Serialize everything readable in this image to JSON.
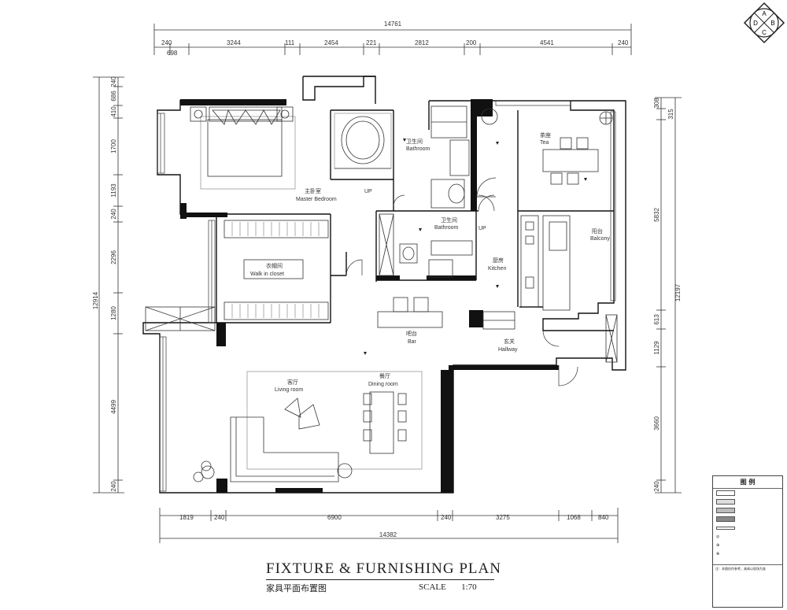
{
  "plan": {
    "title": "FIXTURE & FURNISHING PLAN",
    "subtitle_cn": "家具平面布置图",
    "scale_label": "SCALE",
    "scale_value": "1:70"
  },
  "compass": {
    "a": "A",
    "b": "B",
    "c": "C",
    "d": "D"
  },
  "dimensions": {
    "top_total": "14761",
    "top": [
      "240",
      "698",
      "3244",
      "111",
      "2454",
      "221",
      "2812",
      "200",
      "4541",
      "240"
    ],
    "bottom_total": "14382",
    "bottom": [
      "1819",
      "240",
      "6900",
      "240",
      "3275",
      "1068",
      "840"
    ],
    "left_total": "12914",
    "left": [
      "240",
      "686",
      "410",
      "1700",
      "1193",
      "240",
      "2296",
      "1280",
      "4499",
      "240"
    ],
    "right_total": "12197",
    "right": [
      "308",
      "315",
      "5832",
      "613",
      "1129",
      "3660",
      "240"
    ]
  },
  "rooms": {
    "bathroom1_cn": "卫生间",
    "bathroom1": "Bathroom",
    "tea_cn": "茶座",
    "tea": "Tea",
    "master_cn": "主卧室",
    "master": "Master Bedroom",
    "bathroom2_cn": "卫生间",
    "bathroom2": "Bathroom",
    "balcony_cn": "阳台",
    "balcony": "Balcony",
    "kitchen_cn": "厨房",
    "kitchen": "Kitchen",
    "closet_cn": "衣帽间",
    "closet": "Walk in closet",
    "bar_cn": "吧台",
    "bar": "Bar",
    "hallway_cn": "玄关",
    "hallway": "Hallway",
    "living_cn": "客厅",
    "living": "Living room",
    "dining_cn": "餐厅",
    "dining": "Dining room",
    "up1": "UP",
    "up2": "UP"
  },
  "legend": {
    "title": "图 例",
    "notes": "注：本图仅作参考，具体以现场为准"
  }
}
